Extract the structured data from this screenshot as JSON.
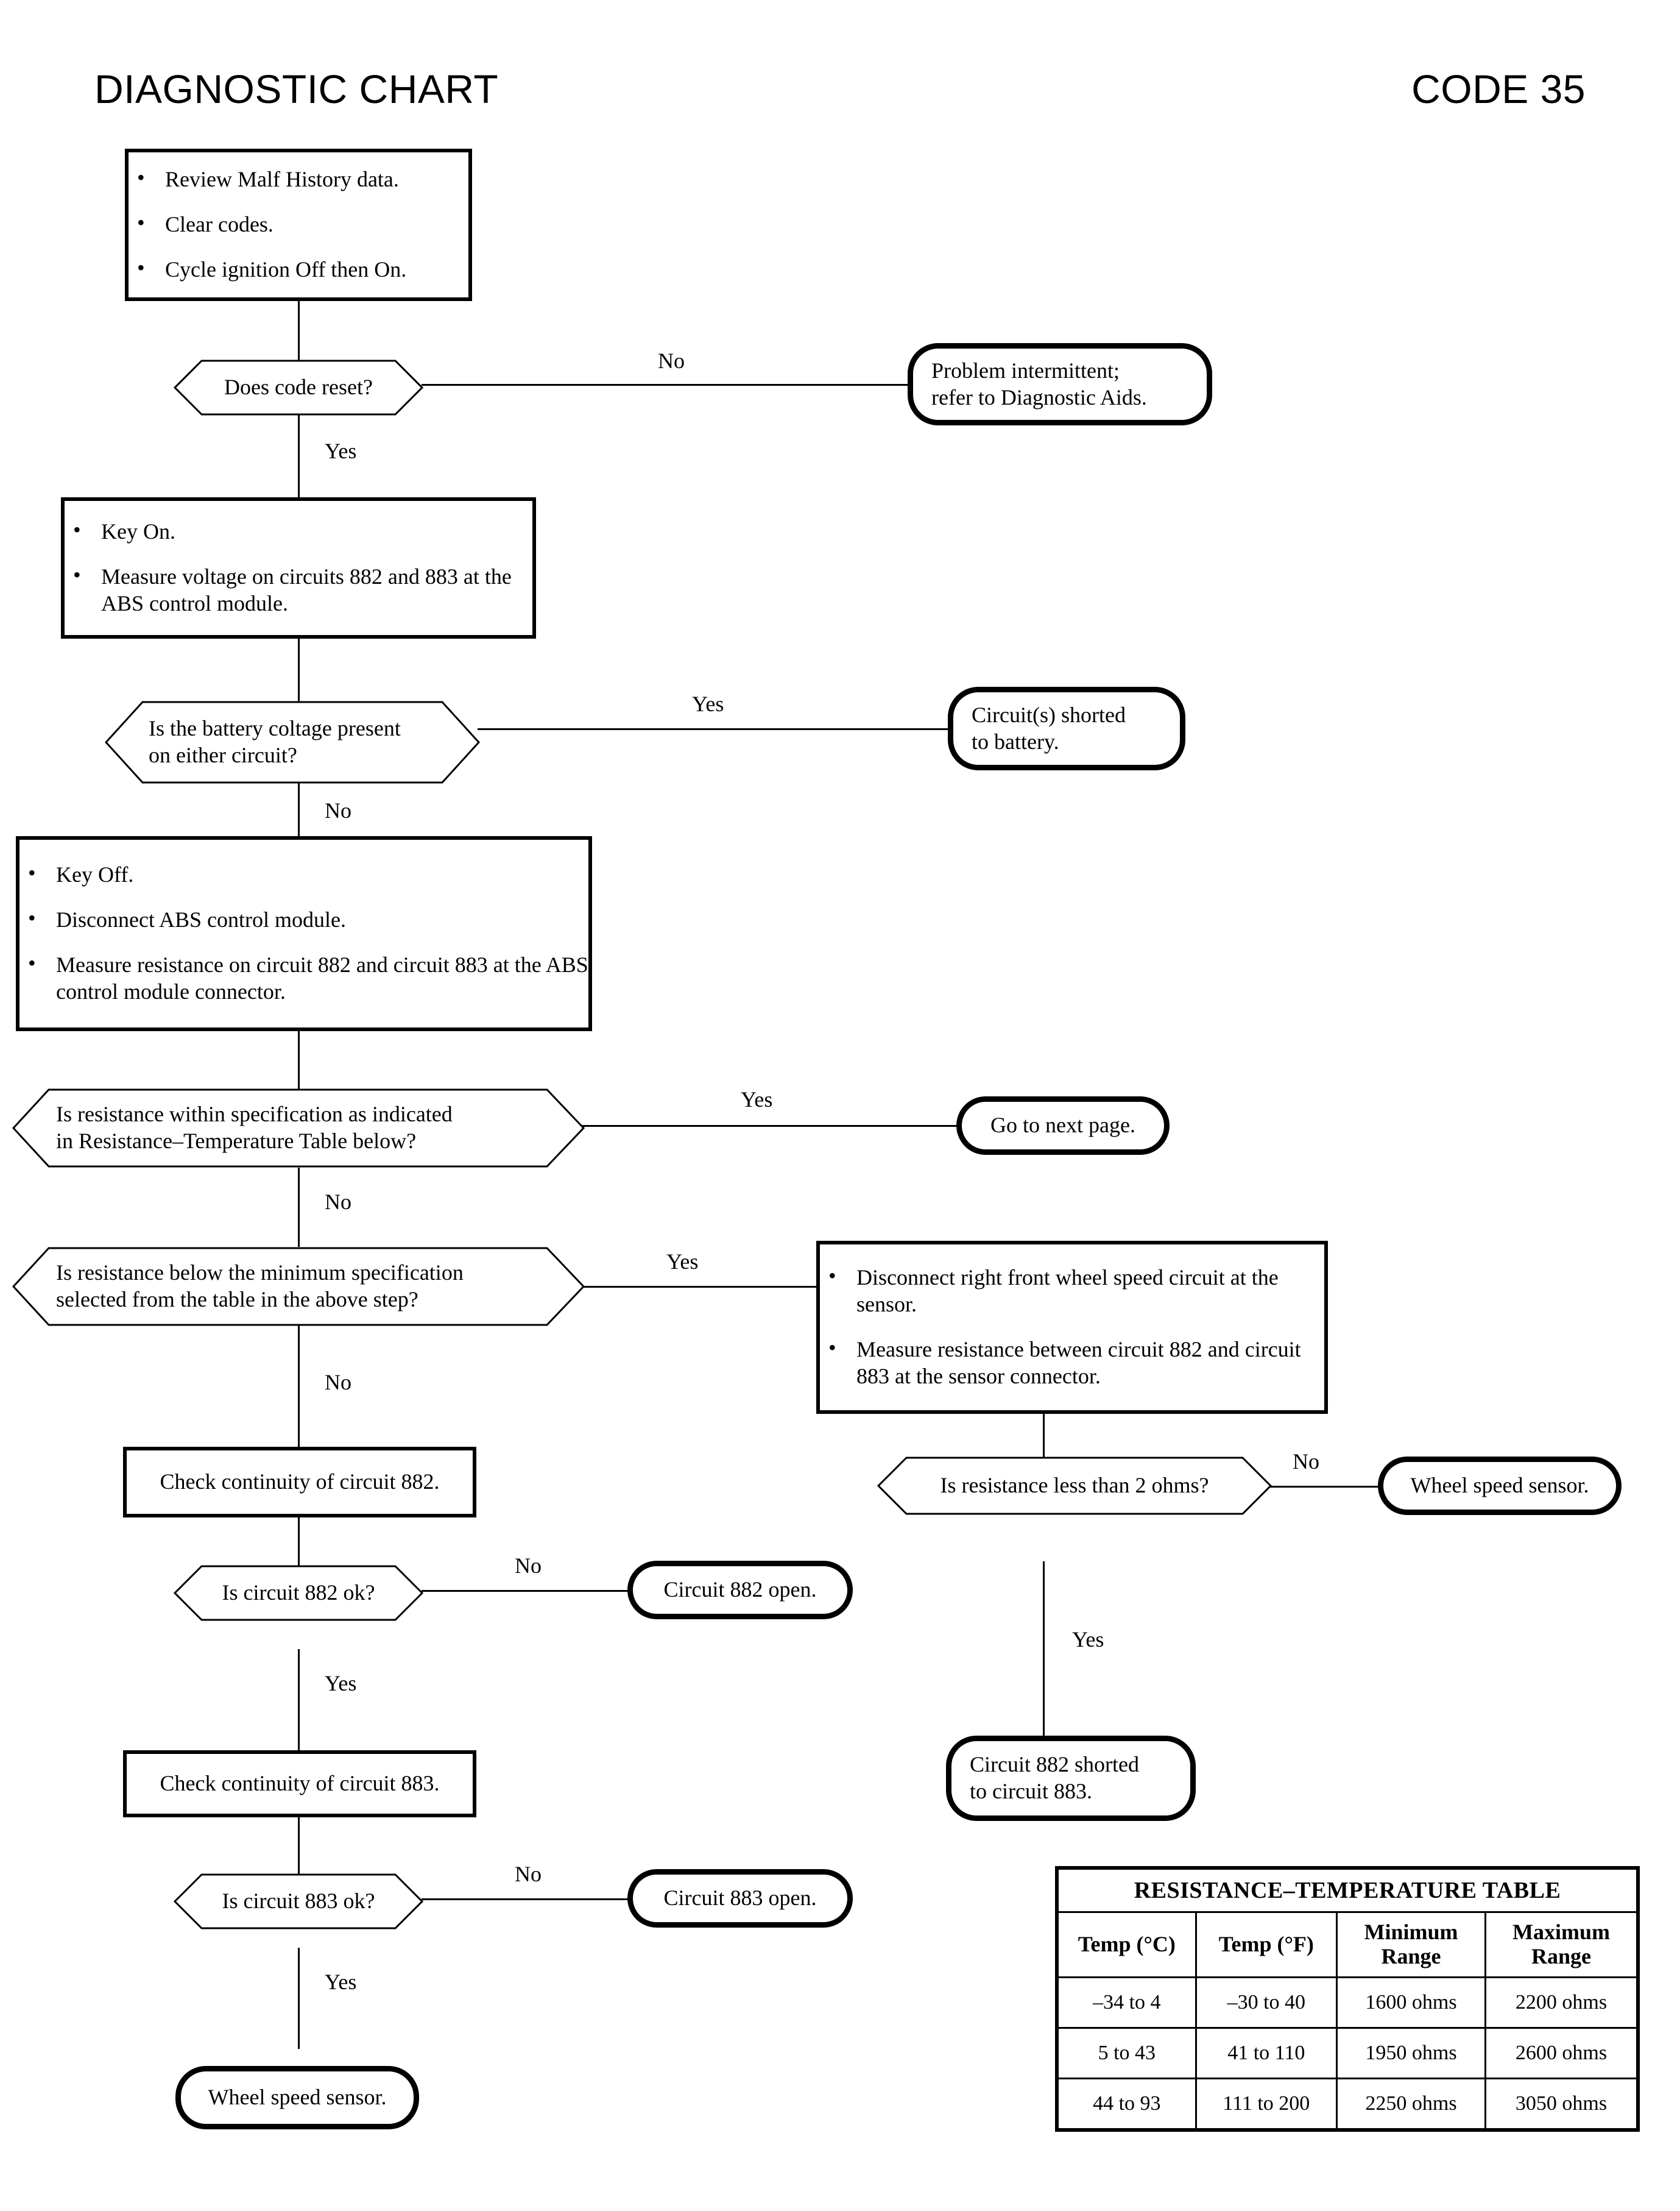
{
  "header": {
    "title": "DIAGNOSTIC CHART",
    "code": "CODE 35"
  },
  "nodes": {
    "step1": {
      "type": "process",
      "bullets": [
        "Review Malf History data.",
        "Clear codes.",
        "Cycle ignition Off then On."
      ]
    },
    "d1": {
      "type": "decision",
      "text": "Does code reset?"
    },
    "t1": {
      "type": "terminator",
      "lines": [
        "Problem intermittent;",
        "refer to Diagnostic Aids."
      ]
    },
    "step2": {
      "type": "process",
      "bullets": [
        "Key On.",
        "Measure voltage on circuits 882 and 883 at the ABS control module."
      ]
    },
    "d2": {
      "type": "decision",
      "lines": [
        "Is the battery coltage present",
        "on either circuit?"
      ]
    },
    "t2": {
      "type": "terminator",
      "lines": [
        "Circuit(s) shorted",
        "to battery."
      ]
    },
    "step3": {
      "type": "process",
      "bullets": [
        "Key Off.",
        "Disconnect ABS control module.",
        "Measure resistance on circuit 882 and circuit 883 at the ABS control module connector."
      ]
    },
    "d3": {
      "type": "decision",
      "lines": [
        "Is resistance within specification as indicated",
        "in Resistance–Temperature Table below?"
      ]
    },
    "t3": {
      "type": "terminator",
      "lines": [
        "Go to next page."
      ]
    },
    "d4": {
      "type": "decision",
      "lines": [
        "Is resistance below the minimum specification",
        "selected from the table in the above step?"
      ]
    },
    "step4": {
      "type": "process",
      "bullets": [
        "Disconnect right front wheel speed circuit at the sensor.",
        "Measure resistance between circuit 882 and circuit 883 at the sensor connector."
      ]
    },
    "step5": {
      "type": "process",
      "text": "Check continuity of circuit 882."
    },
    "d5": {
      "type": "decision",
      "text": "Is circuit 882 ok?"
    },
    "t4": {
      "type": "terminator",
      "lines": [
        "Circuit 882 open."
      ]
    },
    "step6": {
      "type": "process",
      "text": "Check continuity of circuit 883."
    },
    "d6": {
      "type": "decision",
      "text": "Is circuit 883 ok?"
    },
    "t5": {
      "type": "terminator",
      "lines": [
        "Circuit 883 open."
      ]
    },
    "t6": {
      "type": "terminator",
      "lines": [
        "Wheel speed sensor."
      ]
    },
    "d7": {
      "type": "decision",
      "text": "Is resistance less than 2 ohms?"
    },
    "t7": {
      "type": "terminator",
      "lines": [
        "Wheel speed sensor."
      ]
    },
    "t8": {
      "type": "terminator",
      "lines": [
        "Circuit 882 shorted",
        "to circuit 883."
      ]
    }
  },
  "branch_labels": {
    "d1_no": "No",
    "d1_yes": "Yes",
    "d2_yes": "Yes",
    "d2_no": "No",
    "d3_yes": "Yes",
    "d3_no": "No",
    "d4_yes": "Yes",
    "d4_no": "No",
    "d5_no": "No",
    "d5_yes": "Yes",
    "d6_no": "No",
    "d6_yes": "Yes",
    "d7_no": "No",
    "d7_yes": "Yes"
  },
  "resistance_table": {
    "title": "RESISTANCE–TEMPERATURE TABLE",
    "columns": [
      "Temp (°C)",
      "Temp (°F)",
      "Minimum Range",
      "Maximum Range"
    ],
    "columns_wrapped": [
      [
        "",
        "Temp (°C)"
      ],
      [
        "",
        "Temp (°F)"
      ],
      [
        "Minimum",
        "Range"
      ],
      [
        "Maximum",
        "Range"
      ]
    ],
    "rows": [
      [
        "–34 to 4",
        "–30 to 40",
        "1600 ohms",
        "2200 ohms"
      ],
      [
        "5 to 43",
        "41 to 110",
        "1950 ohms",
        "2600 ohms"
      ],
      [
        "44 to 93",
        "111 to 200",
        "2250 ohms",
        "3050 ohms"
      ]
    ]
  },
  "colors": {
    "ink": "#000000",
    "paper": "#ffffff"
  }
}
